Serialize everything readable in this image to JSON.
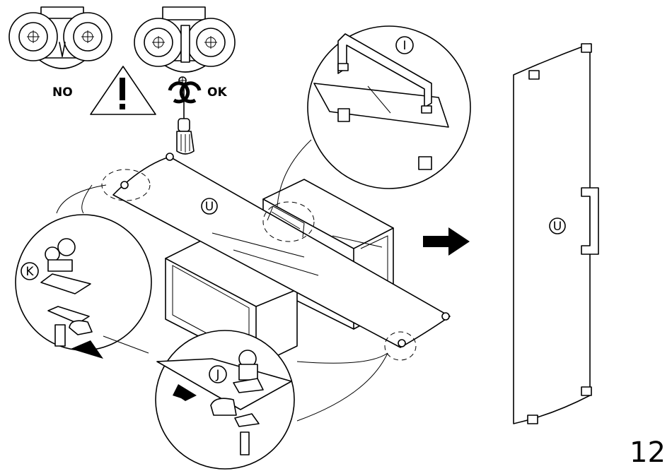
{
  "labels": {
    "part_u": "U",
    "part_i": "I",
    "part_j": "J",
    "part_k": "K"
  },
  "wheel_check": {
    "wrong": "NO",
    "right": "OK"
  },
  "page_number": "12"
}
